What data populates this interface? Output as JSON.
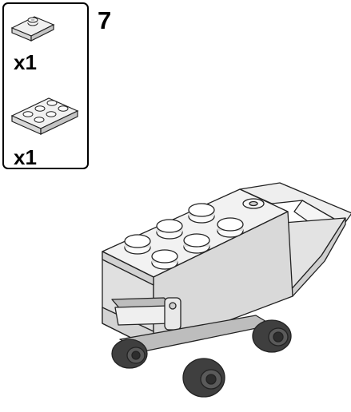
{
  "step": {
    "number": "7"
  },
  "parts": [
    {
      "icon": "plate-1x2-jumper",
      "quantity": "x1"
    },
    {
      "icon": "plate-2x3",
      "quantity": "x1"
    }
  ],
  "model": {
    "icon": "lego-cart-assembly"
  },
  "colors": {
    "brick": "#eaeaea",
    "brick_shadow": "#cfcfcf",
    "wheel": "#4a4a4a",
    "outline": "#1a1a1a"
  }
}
